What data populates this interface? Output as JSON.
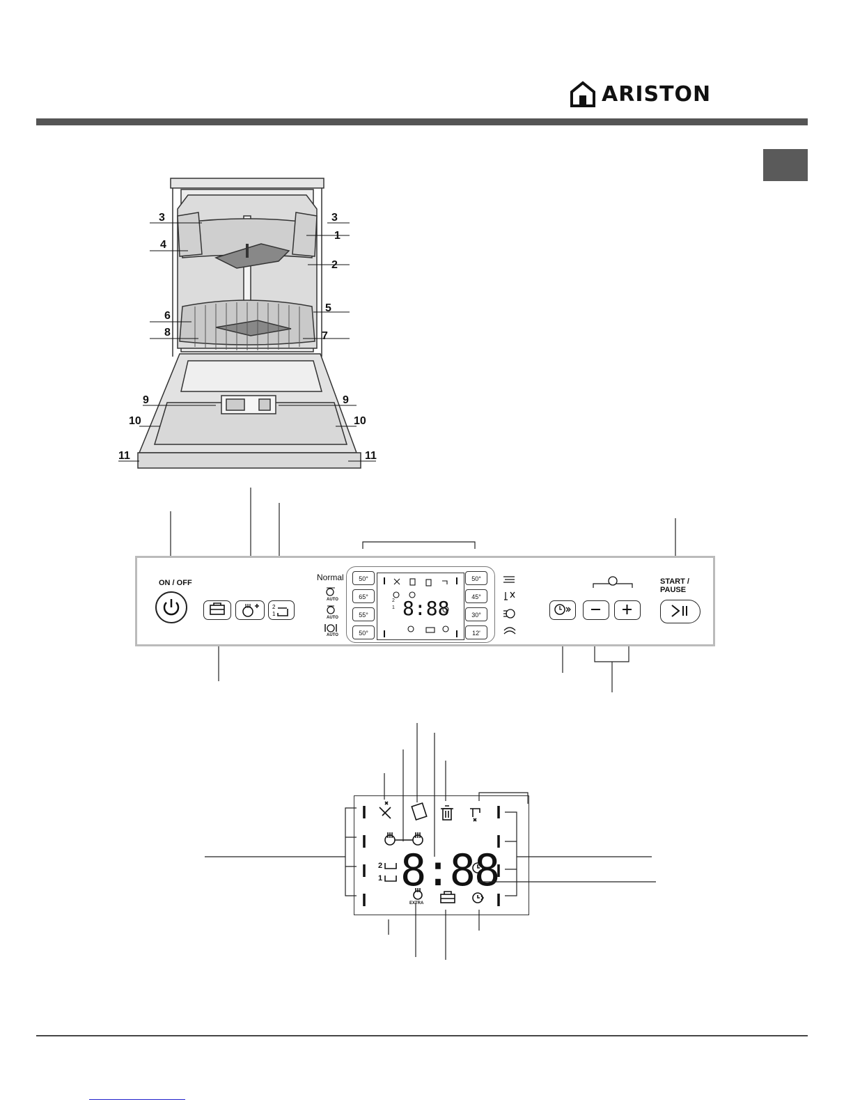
{
  "brand": {
    "name": "ARISTON"
  },
  "parts_figure": {
    "callouts": [
      "3",
      "3",
      "1",
      "4",
      "2",
      "6",
      "5",
      "8",
      "7",
      "9",
      "9",
      "10",
      "10",
      "11",
      "11"
    ]
  },
  "control_panel": {
    "on_off_label": "ON / OFF",
    "start_pause_label": "START / PAUSE",
    "program_label_normal": "Normal",
    "auto_label": "AUTO",
    "left_temps": [
      "50°",
      "65°",
      "55°",
      "50°"
    ],
    "right_temps": [
      "50°",
      "45°",
      "30°",
      "12'"
    ]
  },
  "display_detail": {
    "digits": "8:88",
    "half_load_upper": "2",
    "half_load_lower": "1",
    "extra_label": "EXTRA"
  }
}
